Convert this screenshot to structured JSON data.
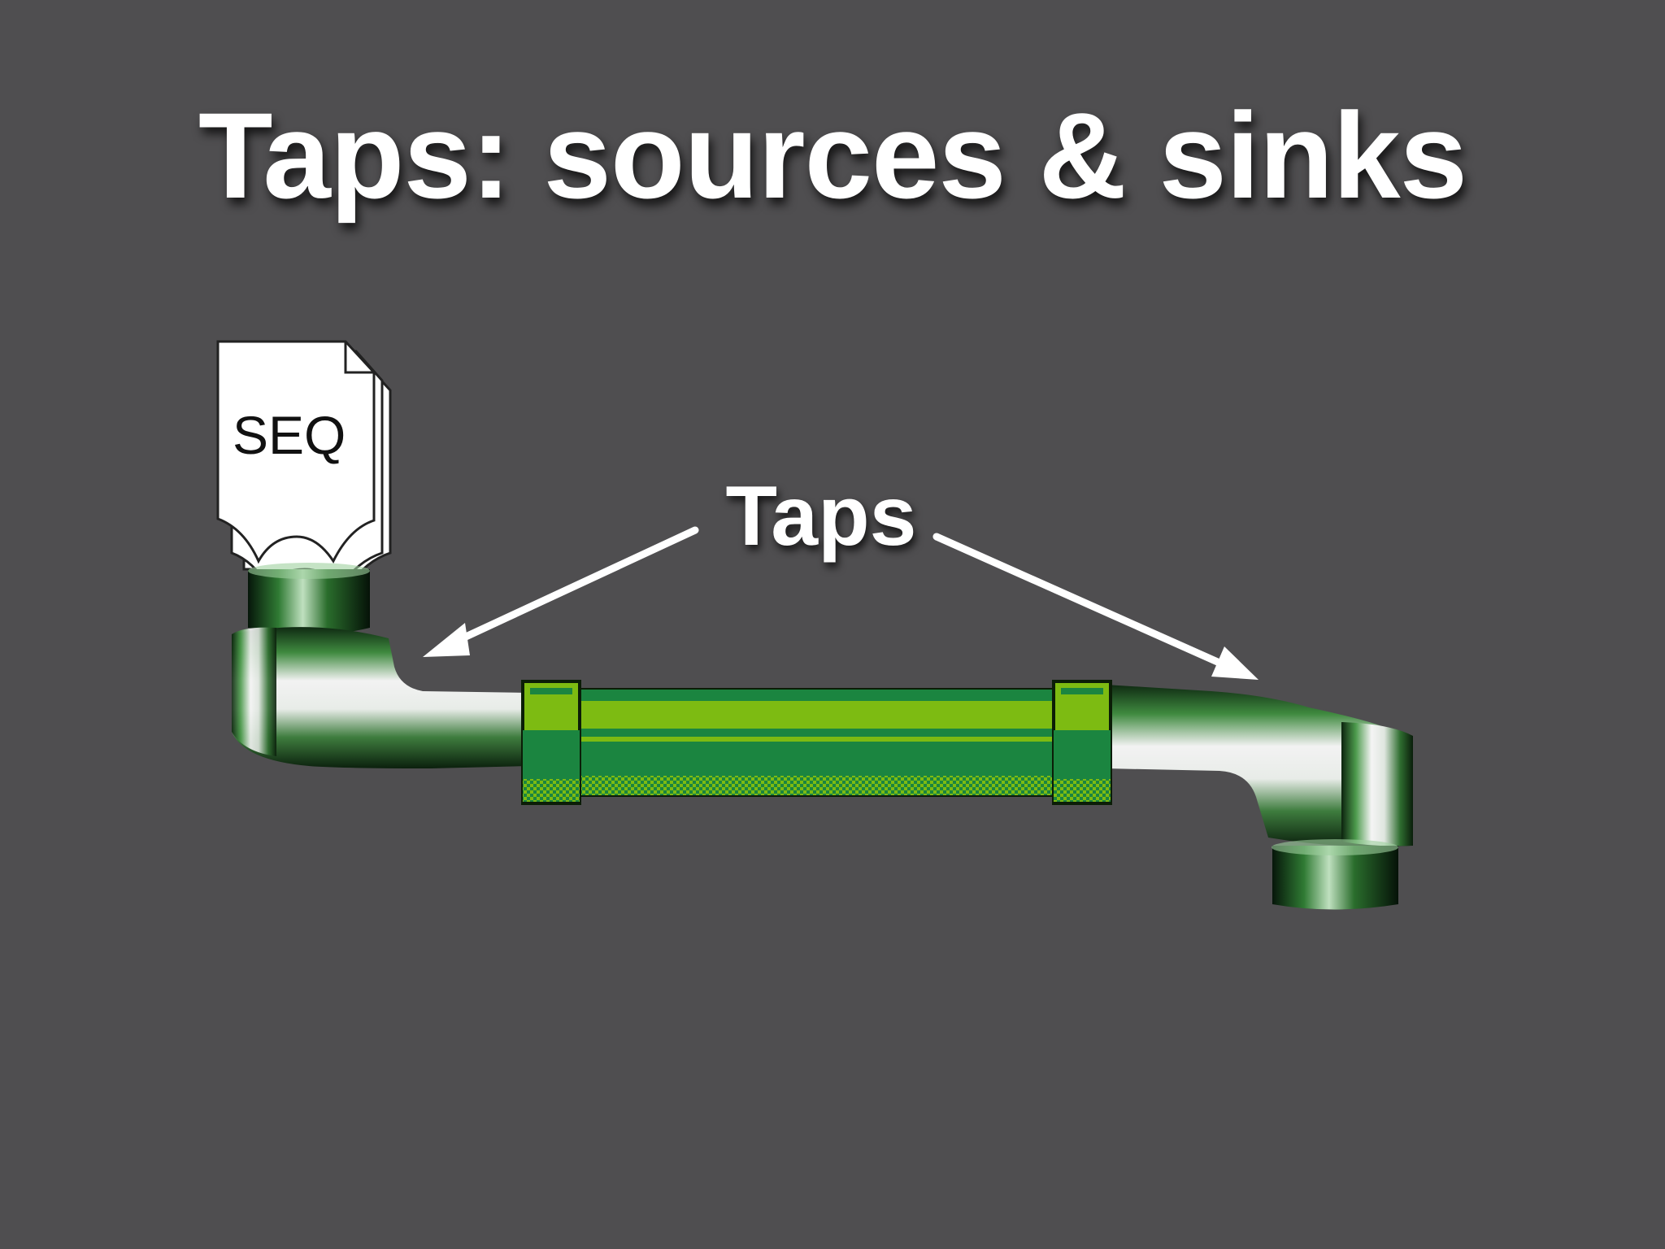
{
  "slide": {
    "title": "Taps: sources & sinks",
    "background_color": "#4f4e50"
  },
  "diagram": {
    "source_file_label": "SEQ",
    "callout_label": "Taps",
    "pipe_color": "#7dbb12",
    "pipe_dark_color": "#1b8540",
    "faucet_icon": "faucet-icon",
    "document_icon": "document-stack-icon"
  }
}
